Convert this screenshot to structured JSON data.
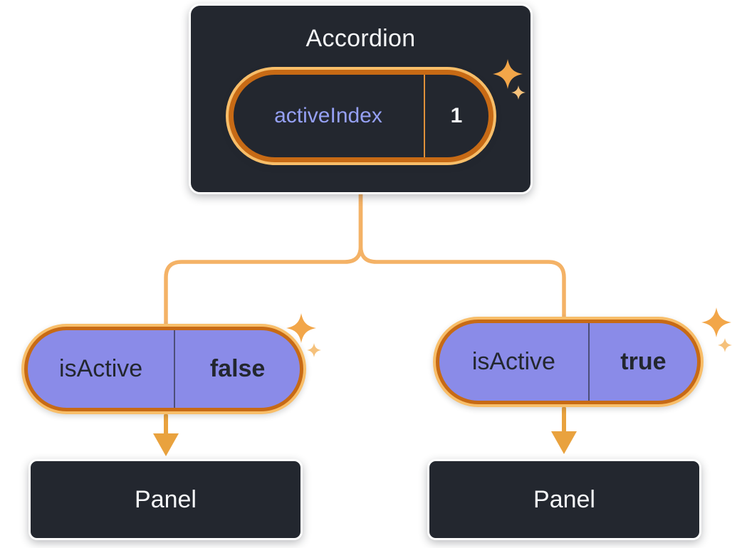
{
  "accordion": {
    "title": "Accordion",
    "state": {
      "name": "activeIndex",
      "value": "1"
    }
  },
  "branches": [
    {
      "prop_name": "isActive",
      "prop_value": "false",
      "panel_label": "Panel"
    },
    {
      "prop_name": "isActive",
      "prop_value": "true",
      "panel_label": "Panel"
    }
  ],
  "icons": {
    "sparkle": "four-point-star",
    "arrow": "arrow-down"
  },
  "colors": {
    "node_background": "#23272F",
    "node_border": "#FFFFFF",
    "node_text": "#F6F7F9",
    "pill_border_dark": "#C76A15",
    "pill_ring_light": "#F8BE69",
    "prop_pill_fill": "#8A8BE8",
    "state_name_text": "#95A0F4",
    "connector_line": "#F4B266",
    "arrow": "#E9A23E",
    "sparkle_large": "#F2A649",
    "sparkle_small": "#F5C17B"
  }
}
